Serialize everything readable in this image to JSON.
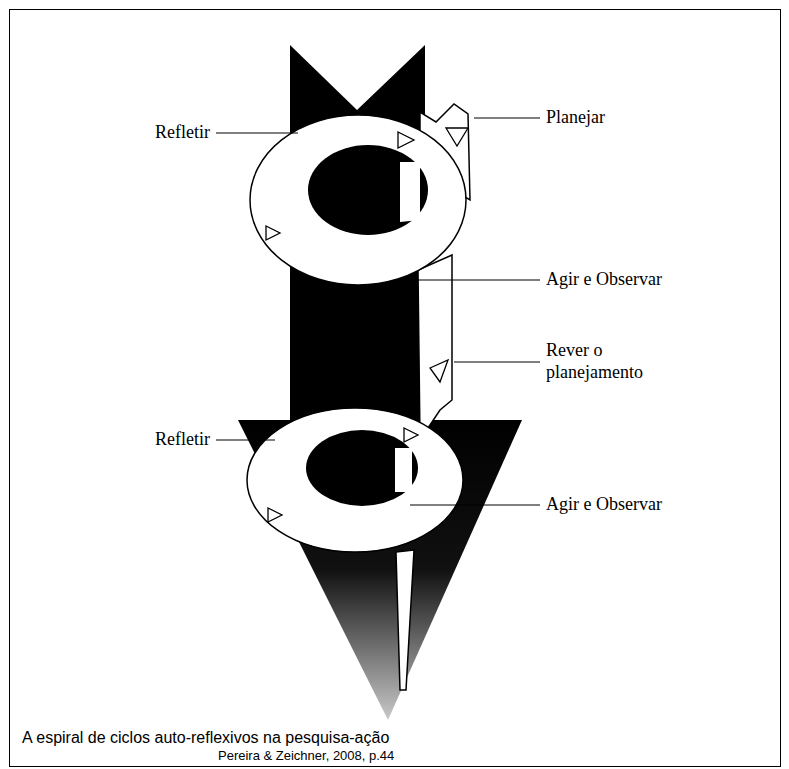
{
  "diagram": {
    "caption": "A espiral de ciclos auto-reflexivos na pesquisa-ação",
    "labels": [
      "Refletir",
      "Planejar",
      "Agir e Observar",
      "Rever o planejamento",
      "Refletir",
      "Agir e Observar",
      "Pereira & Zeichner, 2008, p.44"
    ]
  }
}
